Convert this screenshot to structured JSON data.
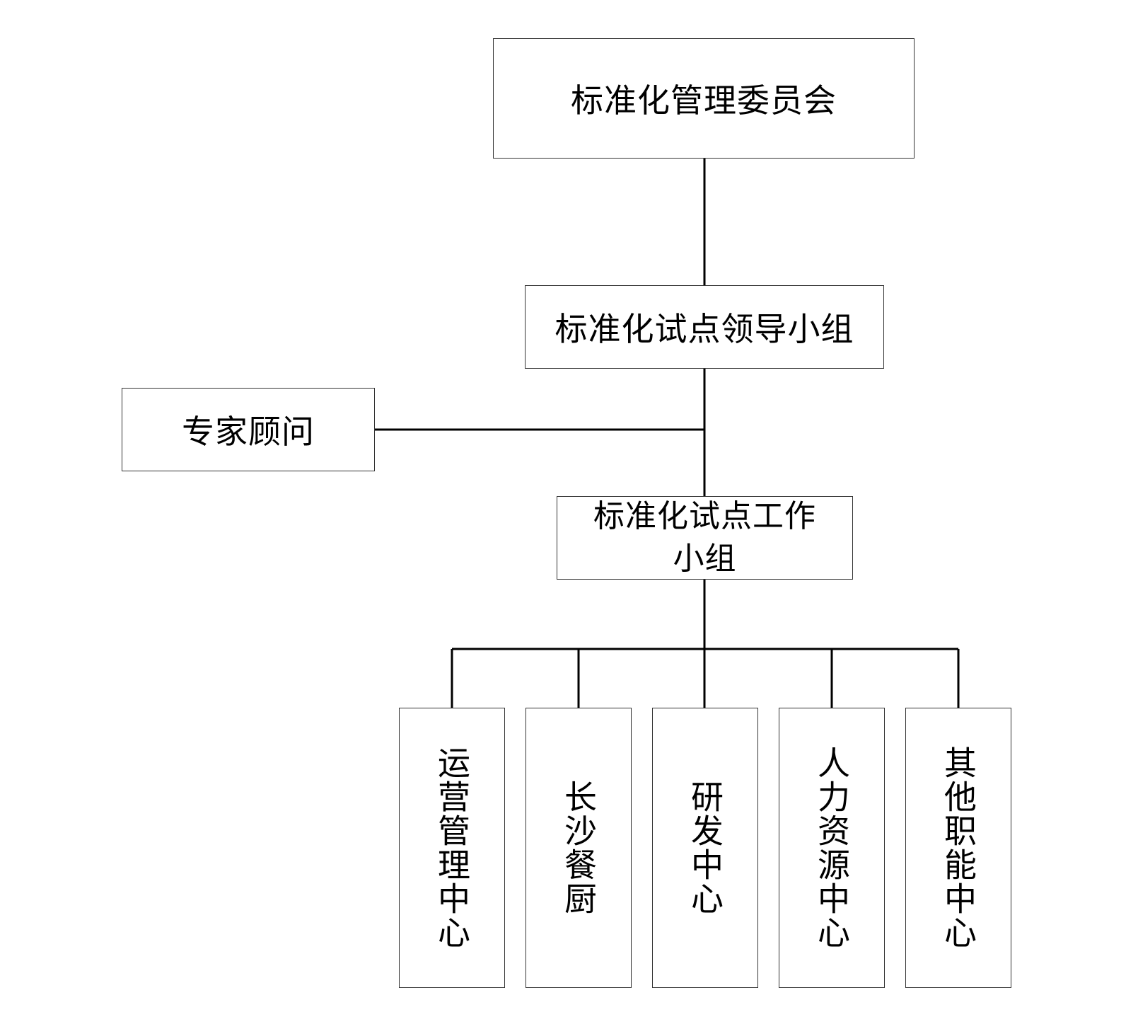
{
  "org_chart": {
    "committee": {
      "label": "标准化管理委员会"
    },
    "leading_group": {
      "label": "标准化试点领导小组"
    },
    "expert_advisor": {
      "label": "专家顾问"
    },
    "working_group": {
      "label": "标准化试点工作\n小组"
    },
    "departments": [
      {
        "label": "运营管理中心"
      },
      {
        "label": "长沙餐厨"
      },
      {
        "label": "研发中心"
      },
      {
        "label": "人力资源中心"
      },
      {
        "label": "其他职能中心"
      }
    ]
  },
  "colors": {
    "line": "#000000",
    "border": "#333333",
    "background": "#ffffff"
  }
}
